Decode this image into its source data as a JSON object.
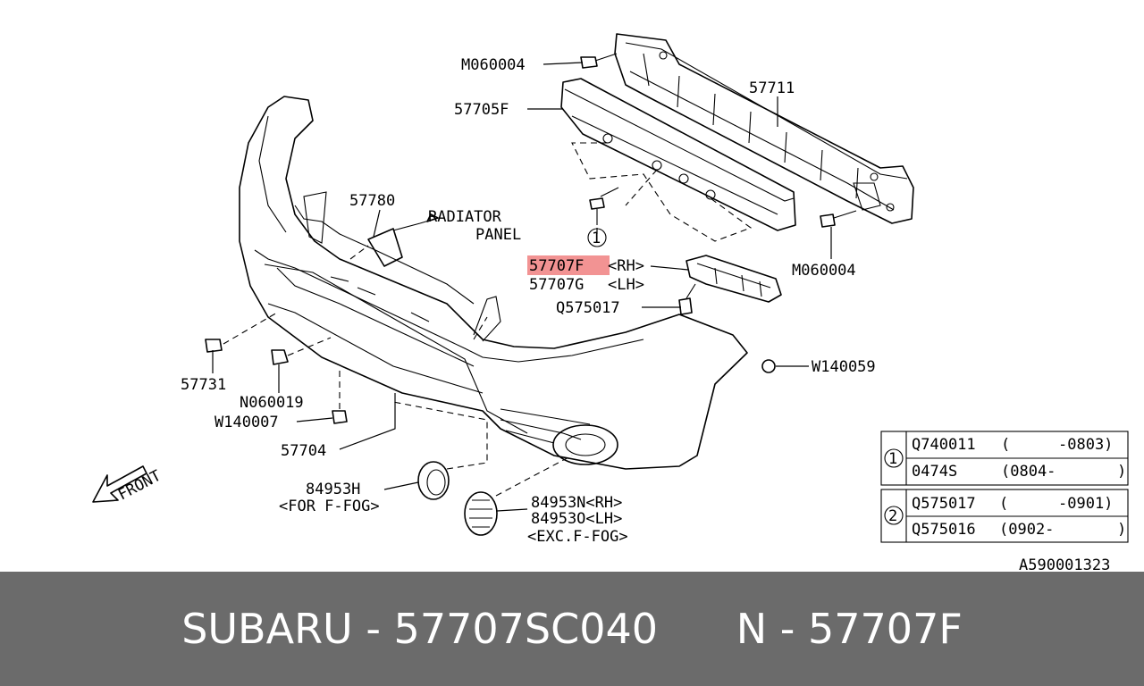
{
  "labels": {
    "m060004_top": "M060004",
    "p57711": "57711",
    "p57705f": "57705F",
    "p57780": "57780",
    "radiator_1": "RADIATOR",
    "radiator_2": "PANEL",
    "p57707f": "57707F",
    "p57707f_side": "<RH>",
    "p57707g": "57707G",
    "p57707g_side": "<LH>",
    "q575017": "Q575017",
    "m060004_right": "M060004",
    "w140059": "W140059",
    "p57731": "57731",
    "n060019": "N060019",
    "w140007": "W140007",
    "p57704": "57704",
    "p84953h": "84953H",
    "p84953h_note": "<FOR F-FOG>",
    "p84953n": "84953N<RH>",
    "p84953o": "84953O<LH>",
    "p84953_note": "<EXC.F-FOG>",
    "front": "FRONT",
    "callout_1": "1",
    "diagram_id": "A590001323"
  },
  "ref_tables": [
    {
      "mark": "1",
      "rows": [
        {
          "part": "Q740011",
          "from": "(",
          "to": "-0803)"
        },
        {
          "part": "0474S",
          "from": "(0804-",
          "to": ")"
        }
      ]
    },
    {
      "mark": "2",
      "rows": [
        {
          "part": "Q575017",
          "from": "(",
          "to": "-0901)"
        },
        {
          "part": "Q575016",
          "from": "(0902-",
          "to": ")"
        }
      ]
    }
  ],
  "footer": {
    "brand_part": "SUBARU - 57707SC040",
    "number": "N - 57707F"
  },
  "colors": {
    "highlight": "#f08080",
    "footer_bg": "#6b6b6b"
  }
}
